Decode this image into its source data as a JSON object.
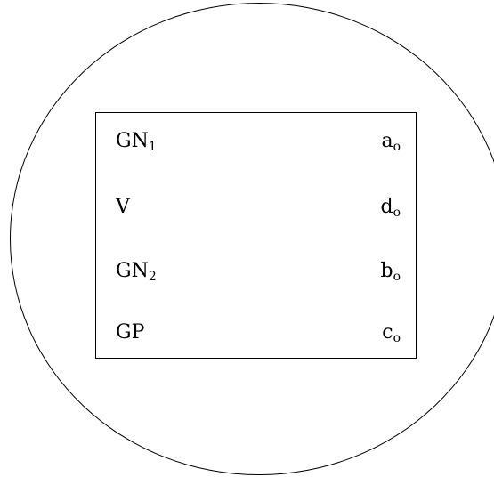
{
  "rows": [
    {
      "label": "GN",
      "label_sub": "1",
      "value": "a",
      "value_sub": "o"
    },
    {
      "label": "V",
      "label_sub": "",
      "value": "d",
      "value_sub": "o"
    },
    {
      "label": "GN",
      "label_sub": "2",
      "value": "b",
      "value_sub": "o"
    },
    {
      "label": "GP",
      "label_sub": "",
      "value": "c",
      "value_sub": "o"
    }
  ]
}
